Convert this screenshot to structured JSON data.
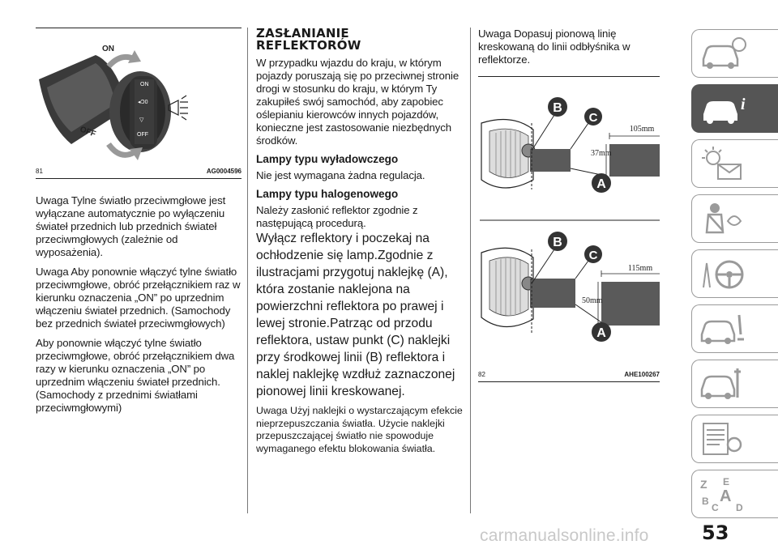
{
  "col1": {
    "figure_number": "81",
    "figure_code": "AG0004596",
    "fig_label_on": "ON",
    "fig_label_off": "OFF",
    "paragraphs": [
      "Uwaga  Tylne światło przeciwmgłowe jest wyłączane automatycznie po wyłączeniu świateł przednich lub przednich świateł przeciwmgłowych (zależnie od wyposażenia).",
      "Uwaga  Aby ponownie włączyć tylne światło przeciwmgłowe, obróć przełącznikiem raz w kierunku oznaczenia „ON” po uprzednim włączeniu świateł przednich. (Samochody bez przednich świateł przeciwmgłowych)",
      "Aby ponownie włączyć tylne światło przeciwmgłowe, obróć przełącznikiem dwa razy w kierunku oznaczenia „ON” po uprzednim włączeniu świateł przednich. (Samochody z przednimi światłami przeciwmgłowymi)"
    ]
  },
  "col2": {
    "heading": "ZASŁANIANIE REFLEKTORÓW",
    "intro": "W przypadku wjazdu do kraju, w którym pojazdy poruszają się po przeciwnej stronie drogi w stosunku do kraju, w którym Ty zakupiłeś swój samochód, aby zapobiec oślepianiu kierowców innych pojazdów, konieczne jest zastosowanie niezbędnych środków.",
    "sub1": "Lampy typu wyładowczego",
    "sub1_text": "Nie jest wymagana żadna regulacja.",
    "sub2": "Lampy typu halogenowego",
    "sub2_text": "Należy zasłonić reflektor zgodnie z następującą procedurą.",
    "instructions": "Wyłącz reflektory i poczekaj na ochłodzenie się lamp.Zgodnie z ilustracjami przygotuj naklejkę (A), która zostanie naklejona na powierzchni reflektora po prawej i lewej stronie.Patrząc od przodu reflektora, ustaw punkt (C) naklejki przy środkowej linii (B) reflektora i naklej naklejkę wzdłuż zaznaczonej pionowej linii kreskowanej.",
    "note": "Uwaga  Użyj naklejki o wystarczającym efekcie nieprzepuszczania światła. Użycie naklejki przepuszczającej światło nie spowoduje wymaganego efektu blokowania światła."
  },
  "col3": {
    "note": "Uwaga  Dopasuj pionową linię kreskowaną do linii odbłyśnika w reflektorze.",
    "figure_number": "82",
    "figure_code": "AHE100267",
    "diagram1": {
      "width_label": "105mm",
      "height_label": "37mm",
      "label_a": "A",
      "label_b": "B",
      "label_c": "C"
    },
    "diagram2": {
      "width_label": "115mm",
      "height_label": "50mm",
      "label_a": "A",
      "label_b": "B",
      "label_c": "C"
    }
  },
  "tabs": [
    {
      "icon": "car-info-icon"
    },
    {
      "icon": "car-info-active-icon"
    },
    {
      "icon": "warning-light-icon"
    },
    {
      "icon": "seatbelt-airbag-icon"
    },
    {
      "icon": "steering-wheel-icon"
    },
    {
      "icon": "car-breakdown-icon"
    },
    {
      "icon": "car-service-icon"
    },
    {
      "icon": "specifications-icon"
    },
    {
      "icon": "index-icon"
    }
  ],
  "page_number": "53",
  "watermark": "carmanualsonline.info"
}
